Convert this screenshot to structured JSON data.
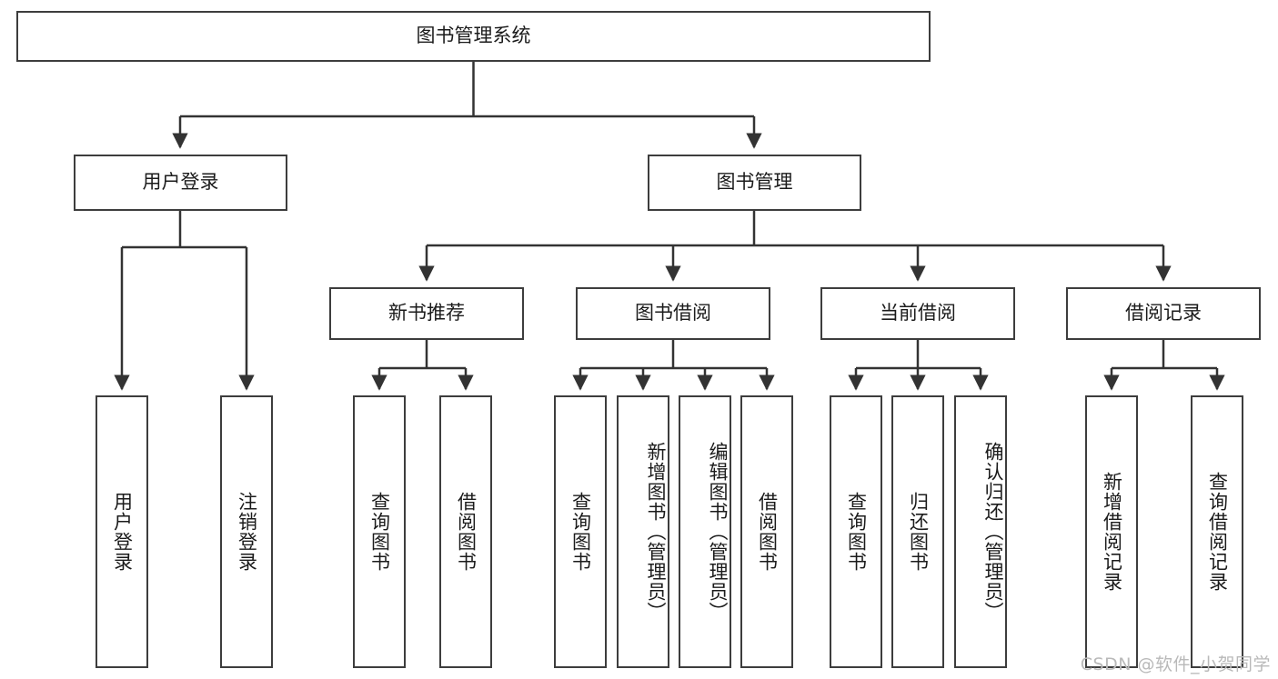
{
  "diagram": {
    "title": "图书管理系统",
    "type": "tree",
    "orientation": "top-down",
    "colors": {
      "box_border": "#3d3d3d",
      "box_fill": "#ffffff",
      "edge": "#333333",
      "text": "#1b1b1b",
      "watermark": "#b9b9b9",
      "background": "#ffffff"
    },
    "root": {
      "id": "root",
      "label": "图书管理系统"
    },
    "level2": [
      {
        "id": "user-login",
        "label": "用户登录"
      },
      {
        "id": "book-manage",
        "label": "图书管理"
      }
    ],
    "level3": [
      {
        "id": "new-book-recommend",
        "label": "新书推荐",
        "parent": "book-manage"
      },
      {
        "id": "book-borrow",
        "label": "图书借阅",
        "parent": "book-manage"
      },
      {
        "id": "current-borrow",
        "label": "当前借阅",
        "parent": "book-manage"
      },
      {
        "id": "borrow-record",
        "label": "借阅记录",
        "parent": "book-manage"
      }
    ],
    "leaves": {
      "user-login": [
        {
          "id": "leaf-user-login",
          "label": "用户登录"
        },
        {
          "id": "leaf-user-logout",
          "label": "注销登录"
        }
      ],
      "new-book-recommend": [
        {
          "id": "leaf-query-book-1",
          "label": "查询图书"
        },
        {
          "id": "leaf-borrow-book-1",
          "label": "借阅图书"
        }
      ],
      "book-borrow": [
        {
          "id": "leaf-query-book-2",
          "label": "查询图书"
        },
        {
          "id": "leaf-add-book",
          "label": "新增图书（管理员）"
        },
        {
          "id": "leaf-edit-book",
          "label": "编辑图书（管理员）"
        },
        {
          "id": "leaf-borrow-book-2",
          "label": "借阅图书"
        }
      ],
      "current-borrow": [
        {
          "id": "leaf-query-book-3",
          "label": "查询图书"
        },
        {
          "id": "leaf-return-book",
          "label": "归还图书"
        },
        {
          "id": "leaf-confirm-return",
          "label": "确认归还（管理员）"
        }
      ],
      "borrow-record": [
        {
          "id": "leaf-add-record",
          "label": "新增借阅记录"
        },
        {
          "id": "leaf-query-record",
          "label": "查询借阅记录"
        }
      ]
    },
    "watermark": "CSDN @软件_小贺同学"
  }
}
